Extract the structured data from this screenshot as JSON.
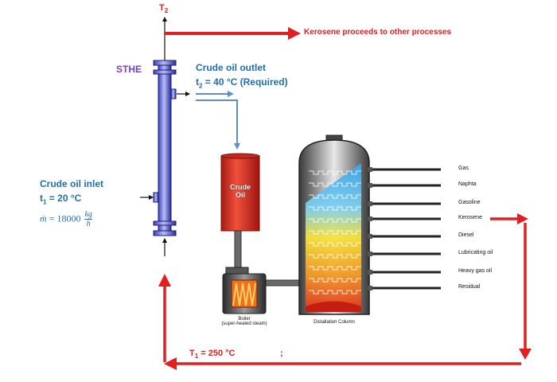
{
  "exchanger": {
    "label": "STHE",
    "label_color": "#7b3fb0",
    "top_stream_label": "T",
    "top_stream_subscript": "2"
  },
  "kerosene_out": {
    "text": "Kerosene proceeds to other processes",
    "color": "#e02020"
  },
  "crude_outlet": {
    "title": "Crude oil outlet",
    "temp_symbol": "t",
    "temp_subscript": "2",
    "temp_value": "= 40 °C (Required)",
    "color": "#1f6fb2"
  },
  "crude_inlet": {
    "title": "Crude oil inlet",
    "temp_symbol": "t",
    "temp_subscript": "1",
    "temp_value": "= 20 °C",
    "flow_symbol": "ṁ",
    "flow_eq": "= 18000",
    "flow_num": "kg",
    "flow_den": "h"
  },
  "tank": {
    "label_line1": "Crude",
    "label_line2": "Oil",
    "color": "#e53a2a"
  },
  "boiler": {
    "label_line1": "Boiler",
    "label_line2": "(super-heated steam)"
  },
  "column": {
    "label": "Distallation Column",
    "outputs": [
      "Gas",
      "Naphta",
      "Gasoline",
      "Kerosene",
      "Diesel",
      "Lubricating oil",
      "Heavy gas oil",
      "Residual"
    ]
  },
  "return_stream": {
    "symbol": "T",
    "subscript": "1",
    "value": "= 250 °C",
    "trailing": ";",
    "color": "#e02020"
  }
}
